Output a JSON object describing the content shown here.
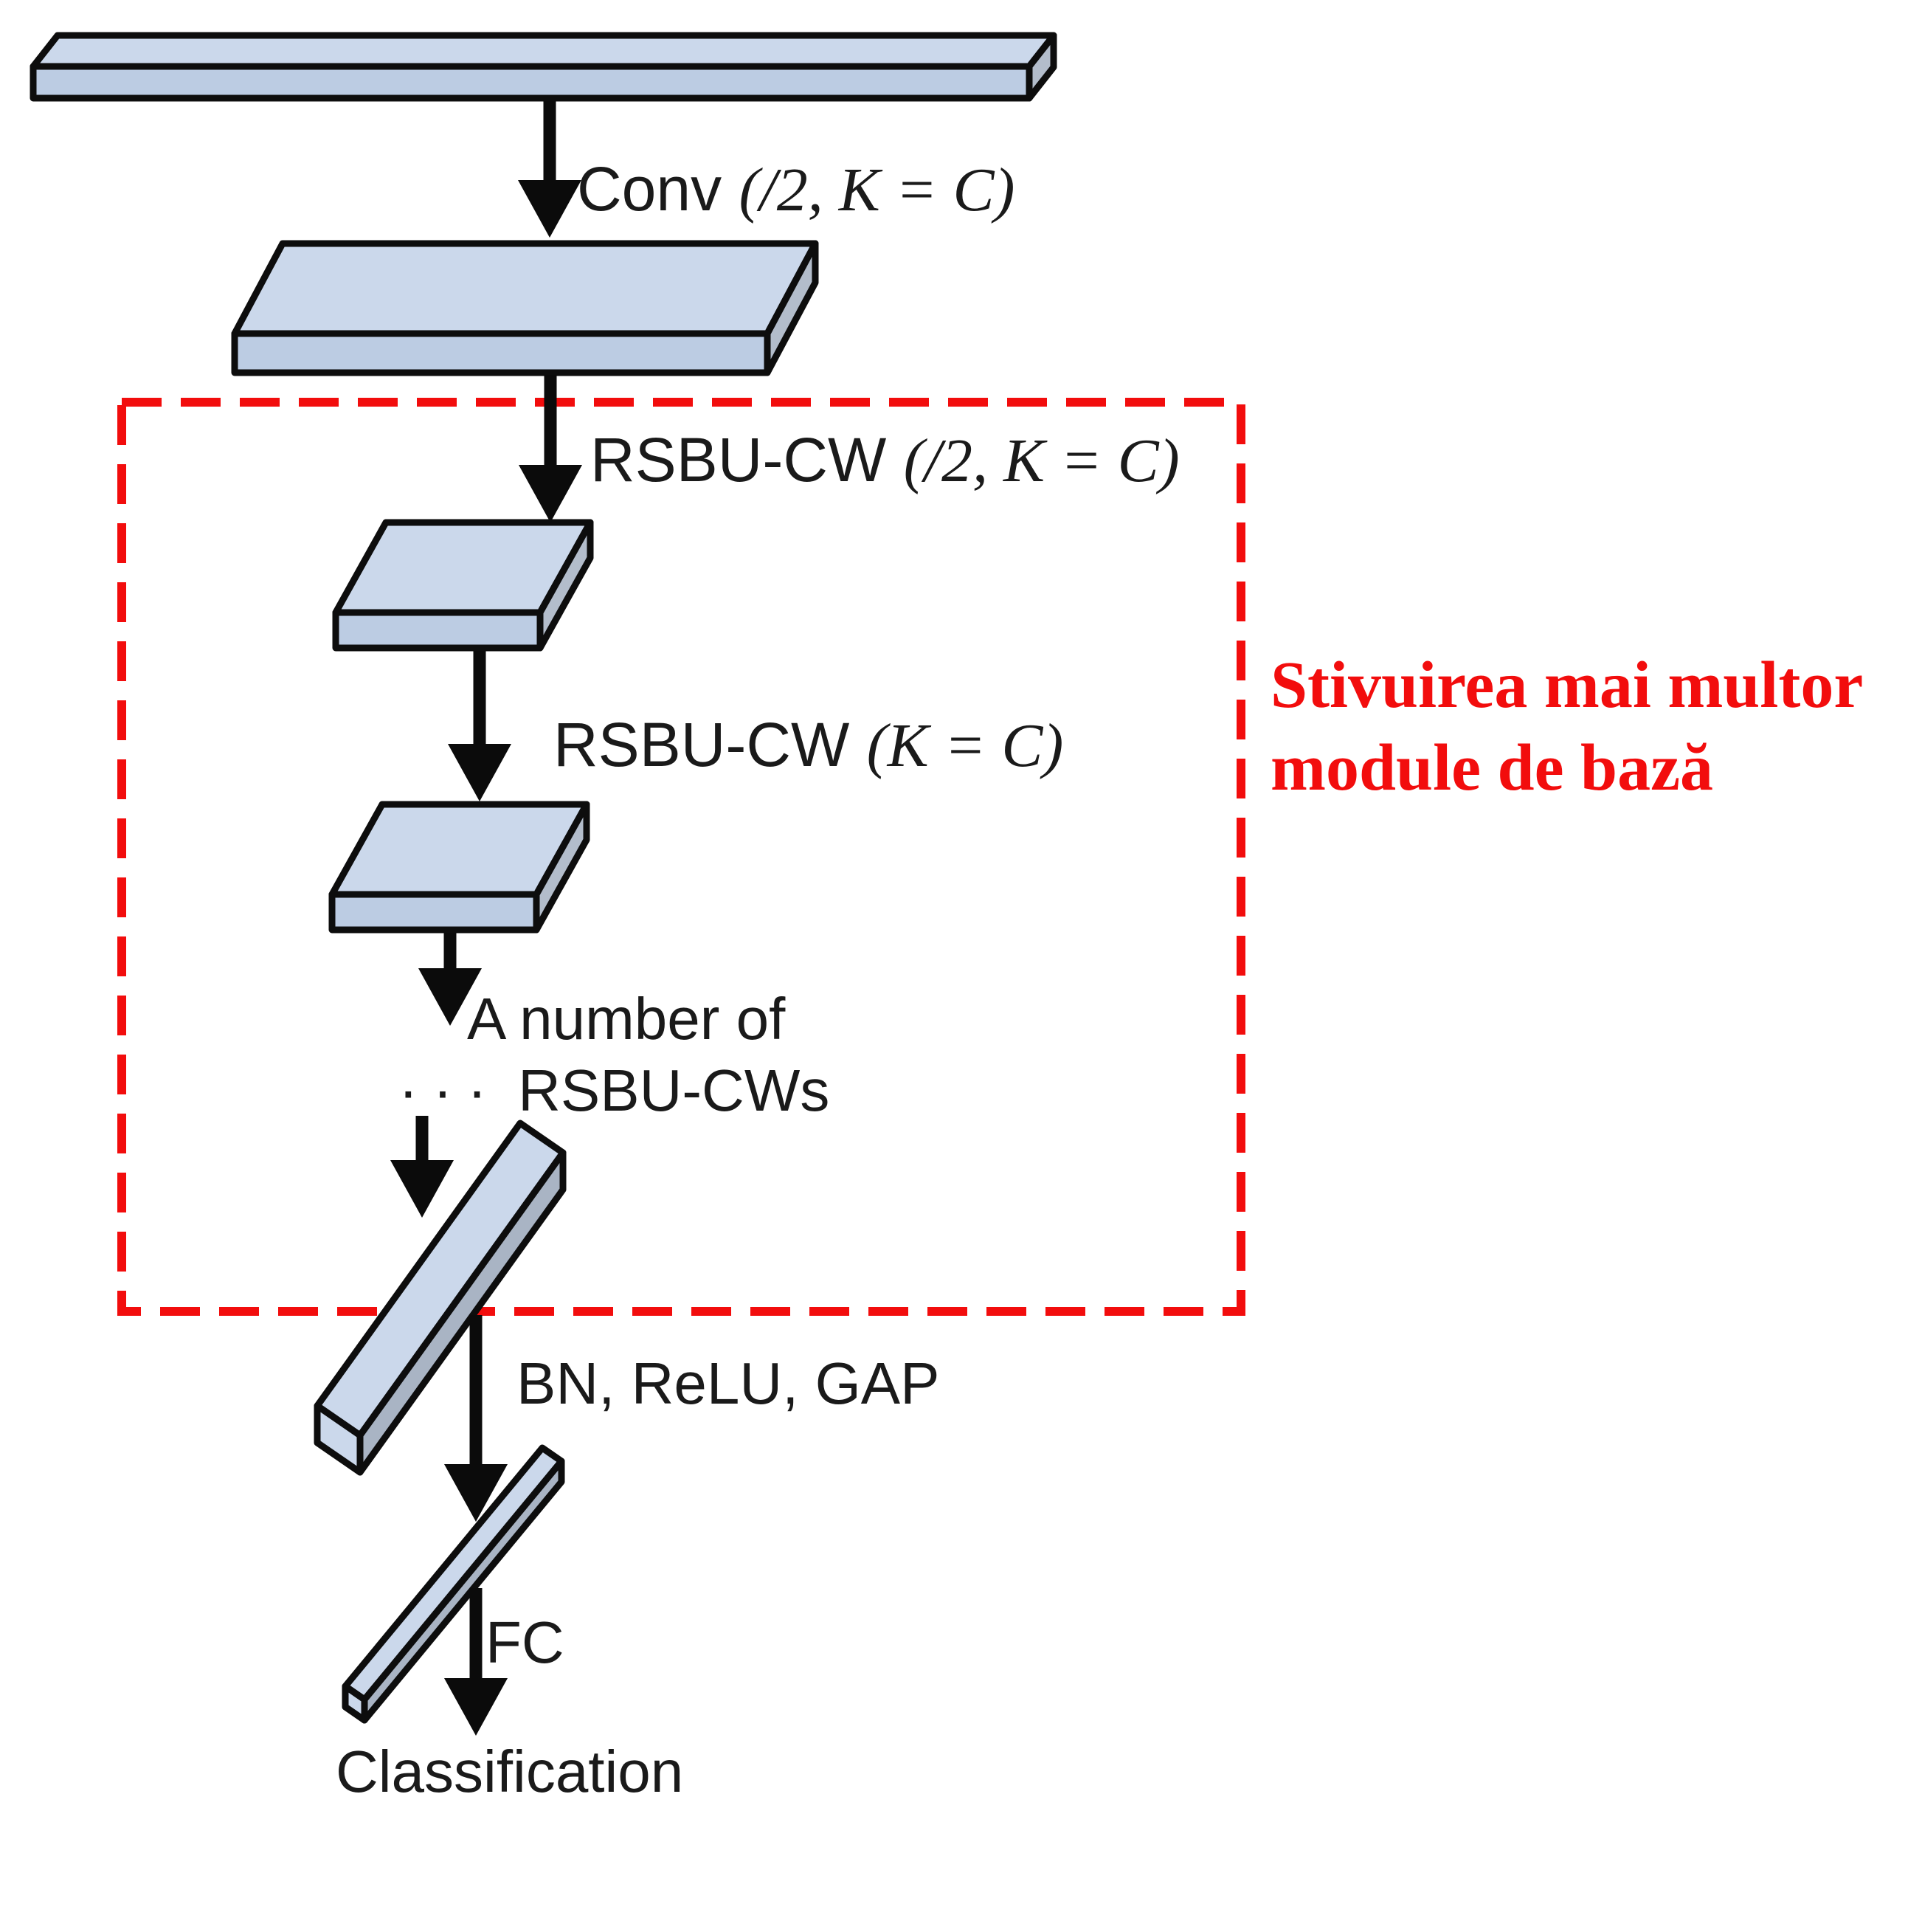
{
  "diagram": {
    "labels": {
      "conv": {
        "prefix": "Conv ",
        "math": "(/2, K = C)"
      },
      "rsbu_downsample": {
        "prefix": "RSBU-CW ",
        "math": "(/2, K = C)"
      },
      "rsbu": {
        "prefix": "RSBU-CW ",
        "math": "(K = C)"
      },
      "stack_line1": "A number of",
      "stack_dots": "···",
      "stack_line2": " RSBU-CWs",
      "bn_relu_gap": "BN, ReLU, GAP",
      "fc": "FC",
      "classification": "Classification"
    },
    "annotation": {
      "line1": "Stivuirea mai multor",
      "line2": "module de bază"
    },
    "colors": {
      "accent_red": "#f20d0d",
      "slab_top": "#cbd8eb",
      "slab_front": "#bccce3",
      "slab_side": "#b3bdcb",
      "bar_front": "#a9b4c4",
      "outline": "#0d0d0d"
    }
  }
}
